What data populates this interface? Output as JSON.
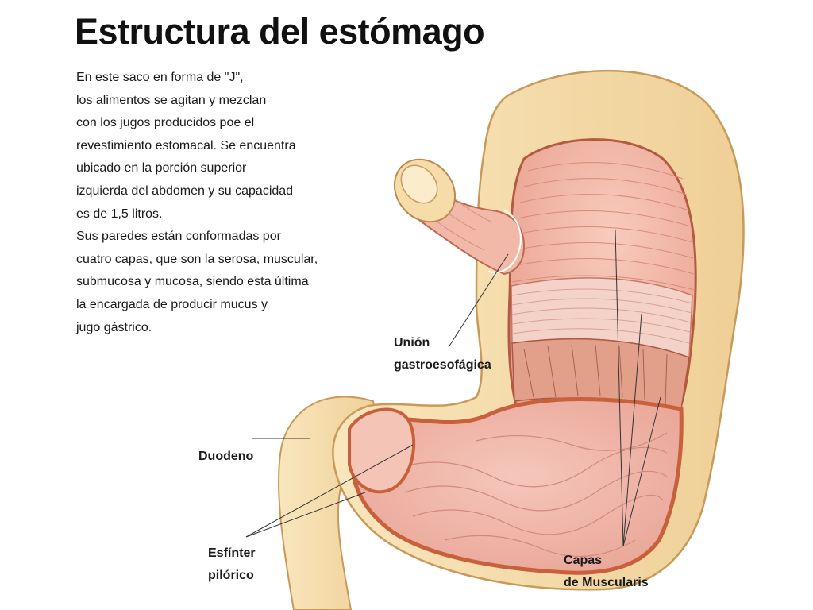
{
  "title": "Estructura del estómago",
  "description_lines": [
    "En este saco en forma de \"J\",",
    "los alimentos se agitan y mezclan",
    "con los jugos producidos poe el",
    "revestimiento estomacal. Se encuentra",
    "ubicado en la porción superior",
    "izquierda del abdomen y su capacidad",
    "es de 1,5 litros.",
    "Sus paredes están conformadas por",
    "cuatro capas, que son la serosa, muscular,",
    "submucosa y mucosa, siendo esta última",
    "la encargada de producir mucus y",
    "jugo gástrico."
  ],
  "labels": {
    "union": [
      "Unión",
      "gastroesofágica"
    ],
    "duodeno": [
      "Duodeno"
    ],
    "esfinter": [
      "Esfínter",
      "pilórico"
    ],
    "capas": [
      "Capas",
      "de Muscularis"
    ]
  },
  "colors": {
    "outer_wall": "#f7e0b0",
    "wall_edge": "#c89a5a",
    "inner_lining": "#f2b4a4",
    "muscle_fibers": "#d98a78",
    "mucosa": "#f0b8ac",
    "deep_layer": "#c9603c",
    "esophagus_tube": "#f6dca8"
  }
}
